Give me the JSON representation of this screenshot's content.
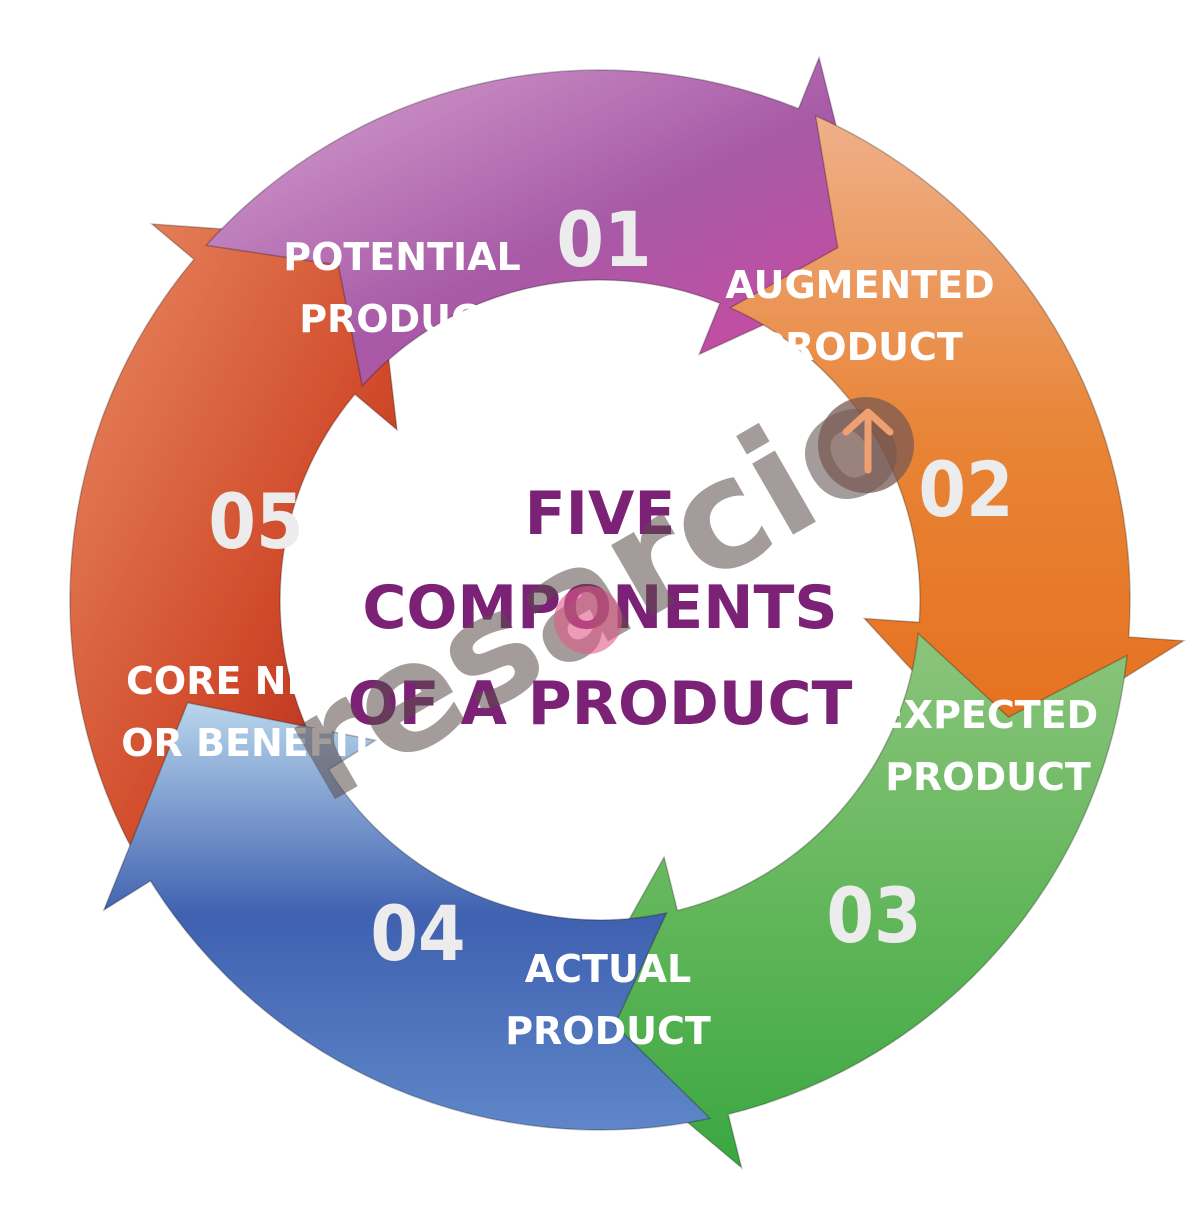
{
  "diagram": {
    "center_title": [
      "FIVE",
      "COMPONENTS",
      "OF A PRODUCT"
    ],
    "segments": [
      {
        "number": "01",
        "label": [
          "POTENTIAL",
          "PRODUCT"
        ],
        "color": "#b85fb0"
      },
      {
        "number": "02",
        "label": [
          "AUGMENTED",
          "PRODUCT"
        ],
        "color": "#ec7f34"
      },
      {
        "number": "03",
        "label": [
          "EXPECTED",
          "PRODUCT"
        ],
        "color": "#55b24e"
      },
      {
        "number": "04",
        "label": [
          "ACTUAL",
          "PRODUCT"
        ],
        "color": "#4a72bd"
      },
      {
        "number": "05",
        "label": [
          "CORE NEED",
          "OR BENEFIT"
        ],
        "color": "#d4502f"
      }
    ],
    "watermark": "resarcio",
    "center_color": "#7b2276"
  }
}
